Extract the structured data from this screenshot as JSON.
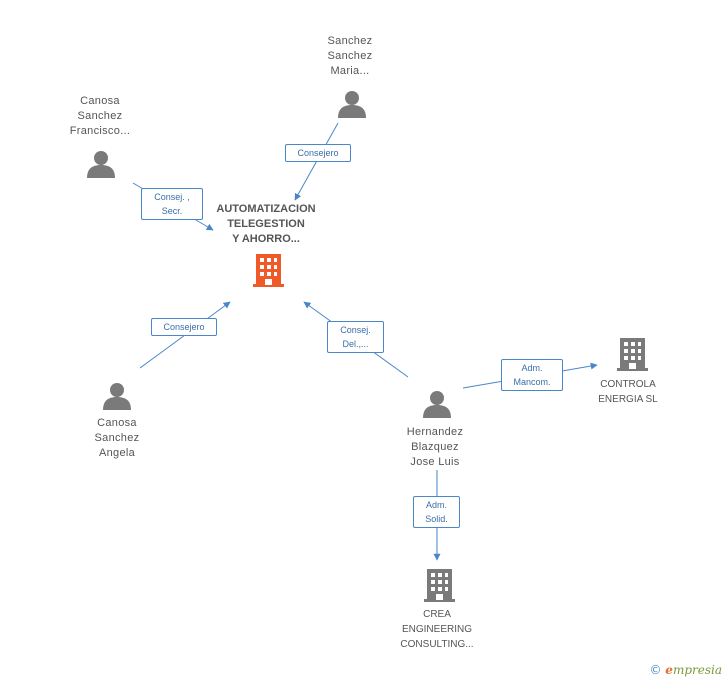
{
  "colors": {
    "edge": "#4a86c8",
    "person": "#7a7a7a",
    "main_company": "#f05a28",
    "company": "#7a7a7a"
  },
  "main_company": {
    "name_lines": [
      "AUTOMATIZACION",
      "TELEGESTION",
      "Y AHORRO..."
    ],
    "icon": "building-icon"
  },
  "persons": [
    {
      "id": "sanchez",
      "name_lines": [
        "Sanchez",
        "Sanchez",
        "Maria..."
      ],
      "icon": "person-icon"
    },
    {
      "id": "canosa-f",
      "name_lines": [
        "Canosa",
        "Sanchez",
        "Francisco..."
      ],
      "icon": "person-icon"
    },
    {
      "id": "canosa-a",
      "name_lines": [
        "Canosa",
        "Sanchez",
        "Angela"
      ],
      "icon": "person-icon"
    },
    {
      "id": "hernandez",
      "name_lines": [
        "Hernandez",
        "Blazquez",
        "Jose Luis"
      ],
      "icon": "person-icon"
    }
  ],
  "companies": [
    {
      "id": "controla",
      "name_lines": [
        "CONTROLA",
        "ENERGIA SL"
      ],
      "icon": "building-icon"
    },
    {
      "id": "crea",
      "name_lines": [
        "CREA",
        "ENGINEERING",
        "CONSULTING..."
      ],
      "icon": "building-icon"
    }
  ],
  "edges": [
    {
      "from": "sanchez",
      "to": "main",
      "label_lines": [
        "Consejero"
      ]
    },
    {
      "from": "canosa-f",
      "to": "main",
      "label_lines": [
        "Consej. ,",
        "Secr."
      ]
    },
    {
      "from": "canosa-a",
      "to": "main",
      "label_lines": [
        "Consejero"
      ]
    },
    {
      "from": "hernandez",
      "to": "main",
      "label_lines": [
        "Consej.",
        "Del.,..."
      ]
    },
    {
      "from": "hernandez",
      "to": "controla",
      "label_lines": [
        "Adm.",
        "Mancom."
      ]
    },
    {
      "from": "hernandez",
      "to": "crea",
      "label_lines": [
        "Adm.",
        "Solid."
      ]
    }
  ],
  "watermark": {
    "copyright": "©",
    "brand_initial": "e",
    "brand_rest": "mpresia"
  }
}
